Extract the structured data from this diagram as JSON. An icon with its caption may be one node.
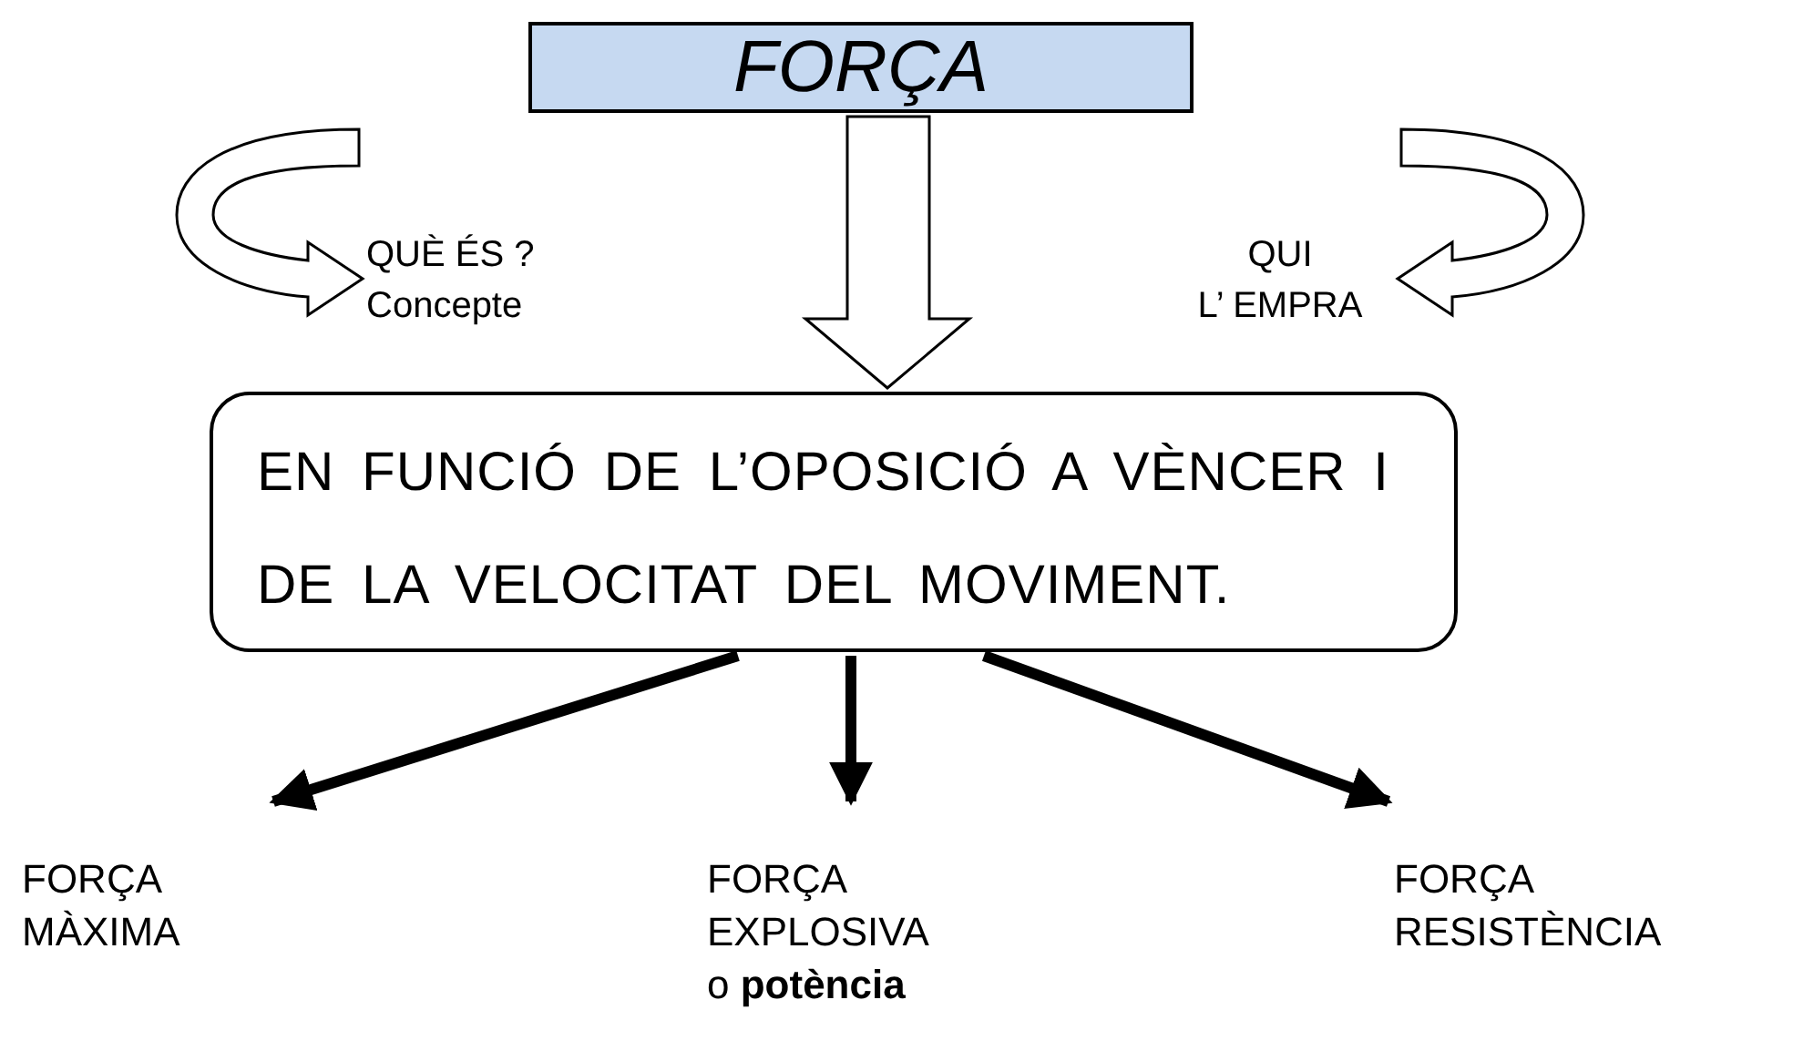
{
  "diagram": {
    "nodes": [
      {
        "text": [
          "FORÇA"
        ]
      },
      {
        "text": [
          "QUÈ ÉS ? Concepte"
        ]
      },
      {
        "text": [
          "QUI",
          "L’ EMPRA"
        ]
      },
      {
        "text": [
          "EN FUNCIÓ DE L’OPOSICIÓ A VÈNCER I DE LA VELOCITAT DEL MOVIMENT."
        ]
      },
      {
        "text": [
          "FORÇA MÀXIMA"
        ]
      },
      {
        "text": [
          "FORÇA EXPLOSIVA o **potència**"
        ]
      },
      {
        "text": [
          "FORÇA RESISTÈNCIA"
        ]
      }
    ],
    "edges": [
      {
        "from": 0,
        "to": 3,
        "arrow": "to"
      },
      {
        "from": null,
        "to": 1,
        "arrow": "to"
      },
      {
        "from": null,
        "to": 2,
        "arrow": "to"
      },
      {
        "from": 3,
        "to": 4,
        "arrow": "to"
      },
      {
        "from": 3,
        "to": 5,
        "arrow": "to"
      },
      {
        "from": 3,
        "to": 6,
        "arrow": "to"
      }
    ]
  }
}
